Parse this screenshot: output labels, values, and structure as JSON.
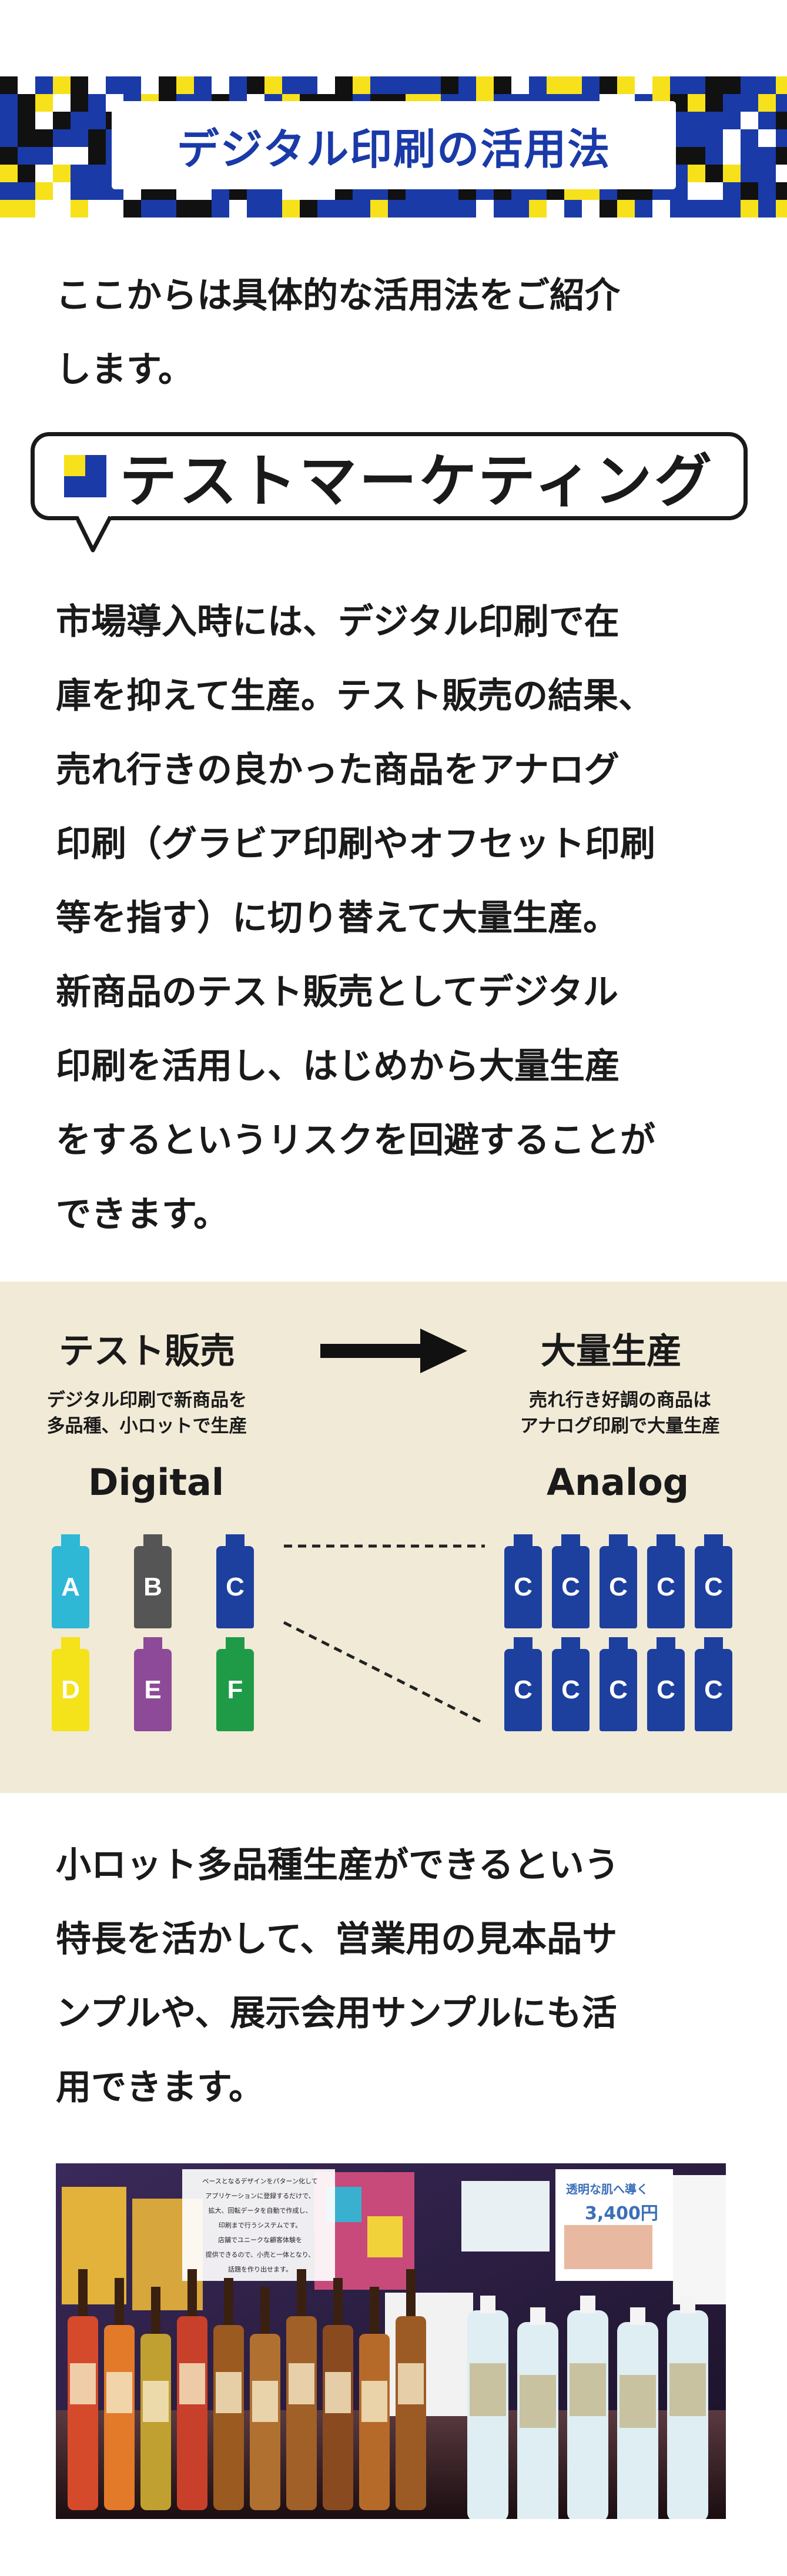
{
  "header": {
    "title": "デジタル印刷の活用法"
  },
  "intro": {
    "lines": [
      "ここからは具体的な活用法をご紹介",
      "します。"
    ]
  },
  "section": {
    "title": "テストマーケティング"
  },
  "body": {
    "lines": [
      "市場導入時には、デジタル印刷で在",
      "庫を抑えて生産。テスト販売の結果、",
      "売れ行きの良かった商品をアナログ",
      "印刷（グラビア印刷やオフセット印刷",
      "等を指す）に切り替えて大量生産。",
      "新商品のテスト販売としてデジタル",
      "印刷を活用し、はじめから大量生産",
      "をするというリスクを回避することが",
      "できます。"
    ]
  },
  "diagram": {
    "left_title": "テスト販売",
    "left_sub": [
      "デジタル印刷で新商品を",
      "多品種、小ロットで生産"
    ],
    "left_label": "Digital",
    "right_title": "大量生産",
    "right_sub": [
      "売れ行き好調の商品は",
      "アナログ印刷で大量生産"
    ],
    "right_label": "Analog",
    "digital_bottles": [
      {
        "letter": "A",
        "color": "#2fb7d6"
      },
      {
        "letter": "B",
        "color": "#555555"
      },
      {
        "letter": "C",
        "color": "#1d3f9e"
      },
      {
        "letter": "D",
        "color": "#f4e21a"
      },
      {
        "letter": "E",
        "color": "#8d4a98"
      },
      {
        "letter": "F",
        "color": "#1f9b48"
      }
    ],
    "analog_rows": [
      [
        "C",
        "C",
        "C",
        "C",
        "C"
      ],
      [
        "C",
        "C",
        "C",
        "C",
        "C"
      ]
    ],
    "analog_color": "#1d3f9e"
  },
  "closing": {
    "lines": [
      "小ロット多品種生産ができるという",
      "特長を活かして、営業用の見本品サ",
      "ンプルや、展示会用サンプルにも活",
      "用できます。"
    ]
  },
  "photo": {
    "caption_lines": [
      "ベースとなるデザインをパターン化して",
      "アプリケーションに登録するだけで、",
      "拡大、回転データを自動で作成し、",
      "印刷まで行うシステムです。",
      "店舗でユニークな顧客体験を",
      "提供できるので、小売と一体となり、",
      "話題を作り出せます。"
    ],
    "pack_text": "透明な肌へ導く",
    "price_text": "3,400円"
  },
  "colors": {
    "brand_blue": "#1a3aa8",
    "accent_yellow": "#f7e11b",
    "diagram_bg": "#f1ead7"
  }
}
